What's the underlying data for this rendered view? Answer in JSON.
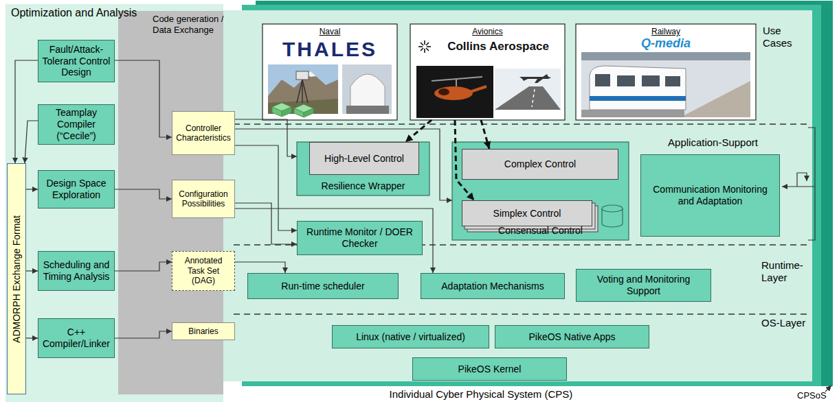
{
  "diagram": {
    "nodes": [
      {
        "text": [
          "Optimization and Analysis"
        ]
      },
      {
        "text": [
          "Code generation / Data Exchange"
        ],
        "in": 0
      },
      {
        "text": [
          "Fault/Attack-Tolerant Control Design"
        ],
        "in": 0
      },
      {
        "text": [
          "Teamplay Compiler (“Cecile”)"
        ],
        "in": 0
      },
      {
        "text": [
          "ADMORPH Exchange Format"
        ],
        "in": 0
      },
      {
        "text": [
          "Design Space Exploration"
        ],
        "in": 0
      },
      {
        "text": [
          "Scheduling and Timing Analysis"
        ],
        "in": 0
      },
      {
        "text": [
          "C++ Compiler/Linker"
        ],
        "in": 0
      },
      {
        "text": [
          "Controller Characteristics"
        ],
        "in": 1
      },
      {
        "text": [
          "Configuration Possibilities"
        ],
        "in": 1
      },
      {
        "text": [
          "Annotated Task Set (DAG)"
        ],
        "in": 1
      },
      {
        "text": [
          "Binaries"
        ],
        "in": 1
      },
      {
        "text": [
          "Individual Cyber Physical System (CPS)"
        ]
      },
      {
        "text": [
          "Use Cases"
        ],
        "in": 12
      },
      {
        "text": [
          "Naval",
          "THALES"
        ],
        "in": 13
      },
      {
        "text": [
          "Avionics",
          "Collins Aerospace"
        ],
        "in": 13
      },
      {
        "text": [
          "Railway",
          "Q-media"
        ],
        "in": 13
      },
      {
        "text": [
          "Application-Support"
        ],
        "in": 12
      },
      {
        "text": [
          "Resilience Wrapper"
        ],
        "in": 17
      },
      {
        "text": [
          "High-Level Control"
        ],
        "in": 18
      },
      {
        "text": [
          "Runtime Monitor / DOER Checker"
        ],
        "in": 17
      },
      {
        "text": [
          "Consensual Control"
        ],
        "in": 17
      },
      {
        "text": [
          "Complex Control"
        ],
        "in": 21
      },
      {
        "text": [
          "Simplex Control"
        ],
        "in": 21
      },
      {
        "text": [
          "Communication Monitoring and Adaptation"
        ],
        "in": 17
      },
      {
        "text": [
          "Runtime-Layer"
        ],
        "in": 12
      },
      {
        "text": [
          "Run-time scheduler"
        ],
        "in": 25
      },
      {
        "text": [
          "Adaptation Mechanisms"
        ],
        "in": 25
      },
      {
        "text": [
          "Voting and Monitoring Support"
        ],
        "in": 25
      },
      {
        "text": [
          "OS-Layer"
        ],
        "in": 12
      },
      {
        "text": [
          "Linux (native / virtualized)"
        ],
        "in": 29
      },
      {
        "text": [
          "PikeOS Native Apps"
        ],
        "in": 29
      },
      {
        "text": [
          "PikeOS Kernel"
        ],
        "in": 29
      }
    ],
    "edges": [
      {
        "from": 2,
        "to": 8,
        "arrow": "to"
      },
      {
        "from": 2,
        "to": 4,
        "arrow": "to"
      },
      {
        "from": 3,
        "to": 4,
        "arrow": "to"
      },
      {
        "from": 4,
        "to": 5,
        "arrow": "to"
      },
      {
        "from": 4,
        "to": 6,
        "arrow": "to"
      },
      {
        "from": 4,
        "to": 7,
        "arrow": "to"
      },
      {
        "from": 5,
        "to": 9,
        "arrow": "to"
      },
      {
        "from": 6,
        "to": 10,
        "arrow": "to"
      },
      {
        "from": 7,
        "to": 11,
        "arrow": "to"
      },
      {
        "from": 8,
        "to": 18,
        "arrow": "to"
      },
      {
        "from": 8,
        "to": 21,
        "arrow": "to"
      },
      {
        "from": 8,
        "to": 20,
        "arrow": "to"
      },
      {
        "from": 9,
        "to": 20,
        "arrow": "to"
      },
      {
        "from": 9,
        "to": 27,
        "arrow": "to"
      },
      {
        "from": 10,
        "to": 26,
        "arrow": "to"
      },
      {
        "from": 15,
        "to": 19,
        "arrow": "to"
      },
      {
        "from": 15,
        "to": 22,
        "arrow": "to"
      },
      {
        "from": 15,
        "to": 23,
        "arrow": "to"
      }
    ],
    "labels": [
      "CPSoS"
    ]
  }
}
